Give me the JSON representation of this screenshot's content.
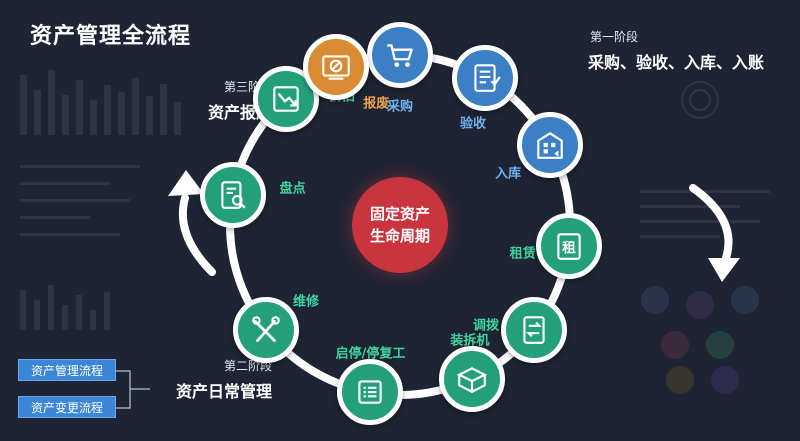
{
  "title": "资产管理全流程",
  "center": {
    "line1": "固定资产",
    "line2": "生命周期"
  },
  "stages": {
    "one": {
      "label": "第一阶段",
      "desc": "采购、验收、入库、入账"
    },
    "two": {
      "label": "第二阶段",
      "desc": "资产日常管理"
    },
    "three": {
      "label": "第三阶段",
      "desc": "资产报废"
    }
  },
  "nodes": [
    {
      "key": "caigou",
      "label": "采购",
      "icon": "cart-icon",
      "color": "#3b7fc4",
      "label_color": "#6fb2ee"
    },
    {
      "key": "yanshou",
      "label": "验收",
      "icon": "checklist-icon",
      "color": "#3b7fc4",
      "label_color": "#6fb2ee"
    },
    {
      "key": "ruku",
      "label": "入库",
      "icon": "warehouse-icon",
      "color": "#3b7fc4",
      "label_color": "#6fb2ee"
    },
    {
      "key": "zulin",
      "label": "租赁",
      "icon": "rent-icon",
      "color": "#23a07a",
      "label_color": "#3fd39e"
    },
    {
      "key": "diaobo",
      "label": "调拨",
      "icon": "transfer-icon",
      "color": "#23a07a",
      "label_color": "#3fd39e"
    },
    {
      "key": "zhuangchai",
      "label": "装拆机",
      "icon": "box-icon",
      "color": "#23a07a",
      "label_color": "#3fd39e"
    },
    {
      "key": "qiting",
      "label": "启停/停复工",
      "icon": "list-icon",
      "color": "#23a07a",
      "label_color": "#3fd39e"
    },
    {
      "key": "weixiu",
      "label": "维修",
      "icon": "tools-icon",
      "color": "#23a07a",
      "label_color": "#3fd39e"
    },
    {
      "key": "pandian",
      "label": "盘点",
      "icon": "inspect-icon",
      "color": "#23a07a",
      "label_color": "#3fd39e"
    },
    {
      "key": "zhejiu",
      "label": "折旧",
      "icon": "decline-icon",
      "color": "#23a07a",
      "label_color": "#3fd39e"
    },
    {
      "key": "baofei",
      "label": "报废",
      "icon": "scrap-icon",
      "color": "#d98a33",
      "label_color": "#f0a24a"
    }
  ],
  "buttons": {
    "flow1": "资产管理流程",
    "flow2": "资产变更流程"
  },
  "colors": {
    "background": "#1e2433",
    "ring": "#ffffff",
    "center": "#c9343f"
  }
}
